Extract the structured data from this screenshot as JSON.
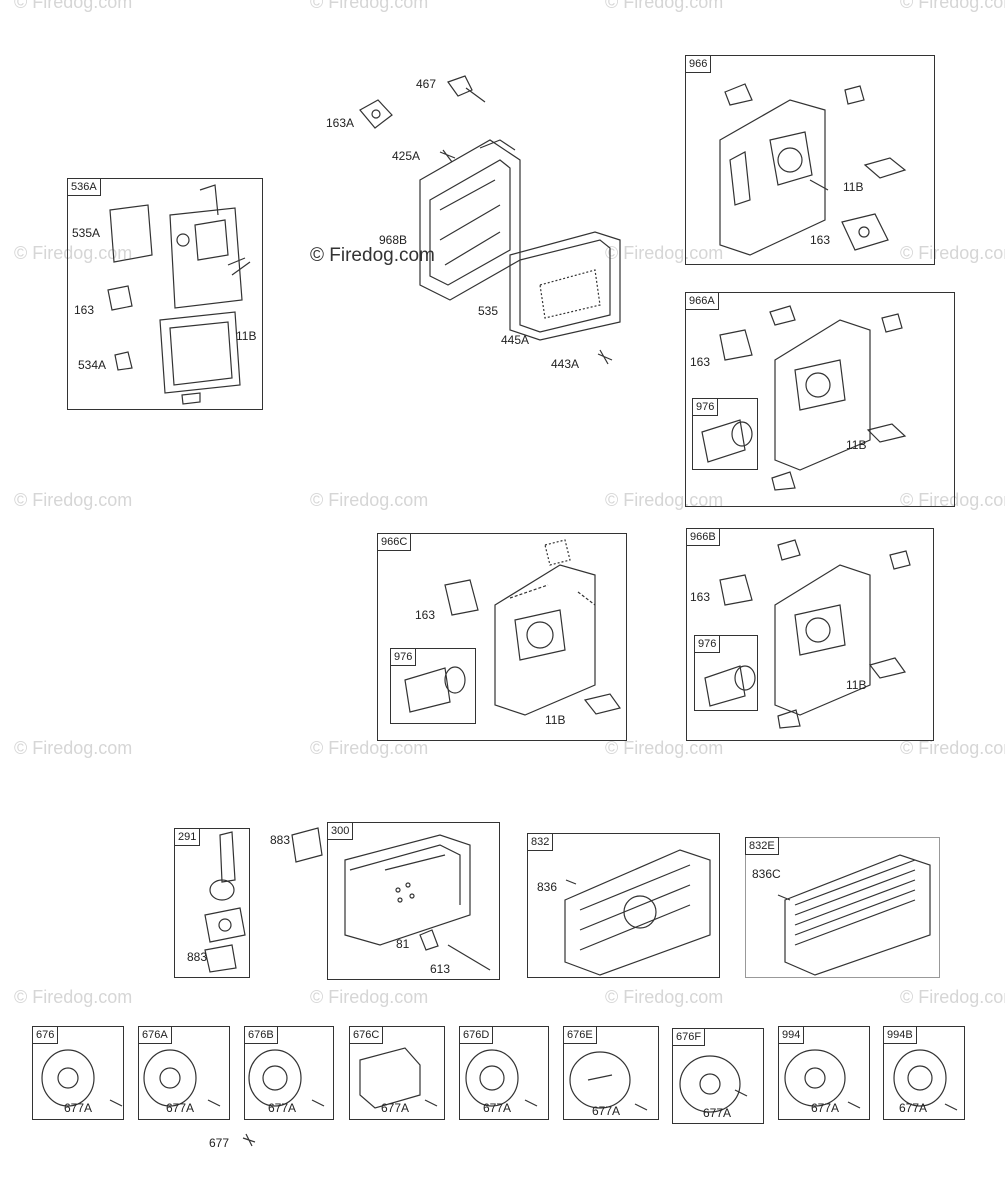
{
  "brand": "© Firedog.com",
  "watermark": "© Firedog.com",
  "box_tags": {
    "b536A": "536A",
    "b966": "966",
    "b966A": "966A",
    "b976a": "976",
    "b966C": "966C",
    "b976c": "976",
    "b966B": "966B",
    "b976b": "976",
    "b291": "291",
    "b300": "300",
    "b832": "832",
    "b832E": "832E",
    "b676": "676",
    "b676A": "676A",
    "b676B": "676B",
    "b676C": "676C",
    "b676D": "676D",
    "b676E": "676E",
    "b676F": "676F",
    "b994": "994",
    "b994B": "994B"
  },
  "labels": {
    "l467": "467",
    "l163A": "163A",
    "l425A": "425A",
    "l968B": "968B",
    "l535": "535",
    "l445A": "445A",
    "l443A": "443A",
    "l535A": "535A",
    "l163_536": "163",
    "l11B_536": "11B",
    "l534A": "534A",
    "l11B_966": "11B",
    "l163_966": "163",
    "l163_966A": "163",
    "l11B_966A": "11B",
    "l163_966C": "163",
    "l11B_966C": "11B",
    "l163_966B": "163",
    "l11B_966B": "11B",
    "l883_291": "883",
    "l883": "883",
    "l81": "81",
    "l613": "613",
    "l836": "836",
    "l836C": "836C",
    "l677A_1": "677A",
    "l677A_2": "677A",
    "l677A_3": "677A",
    "l677A_4": "677A",
    "l677A_5": "677A",
    "l677A_6": "677A",
    "l677A_7": "677A",
    "l677A_8": "677A",
    "l677A_9": "677A",
    "l677": "677"
  }
}
